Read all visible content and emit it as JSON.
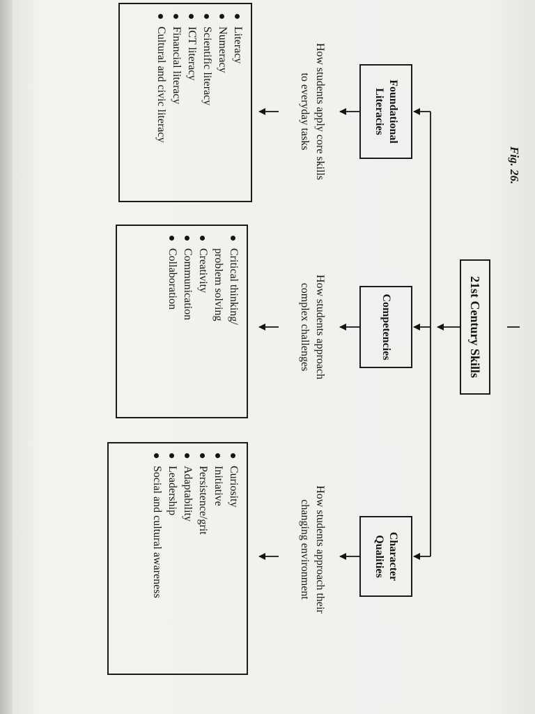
{
  "figure_label": "Fig. 26.",
  "root": {
    "label": "21st Century Skills"
  },
  "categories": [
    {
      "name": "Foundational Literacies",
      "description": "How students apply core skills to everyday tasks",
      "items": [
        "Literacy",
        "Numeracy",
        "Scientific literacy",
        "ICT literacy",
        "Financial literacy",
        "Cultural and civic literacy"
      ]
    },
    {
      "name": "Competencies",
      "description": "How students approach complex challenges",
      "items": [
        "Critical thinking/ problem solving",
        "Creativity",
        "Communication",
        "Collaboration"
      ]
    },
    {
      "name": "Character Qualities",
      "description": "How students approach their changing environment",
      "items": [
        "Curiosity",
        "Initiative",
        "Persistence/grit",
        "Adaptability",
        "Leadership",
        "Social and cultural awareness"
      ]
    }
  ],
  "colors": {
    "ink": "#141414",
    "paper": "#f1f0ed"
  }
}
